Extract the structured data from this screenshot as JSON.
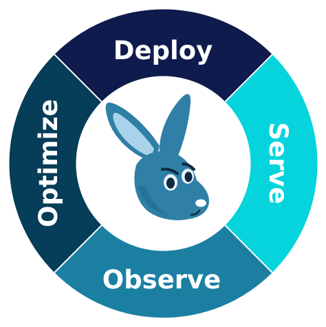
{
  "segments": [
    {
      "id": "top",
      "label": "Deploy",
      "color": "#0f1b4c"
    },
    {
      "id": "right",
      "label": "Serve",
      "color": "#05d4dc"
    },
    {
      "id": "bottom",
      "label": "Observe",
      "color": "#1b7fa2"
    },
    {
      "id": "left",
      "label": "Optimize",
      "color": "#063d58"
    }
  ],
  "mascot": {
    "icon": "kangaroo-head-icon",
    "body_color": "#2f7fa6",
    "ear_inner_color": "#a9d3ea",
    "eye_color": "#0e2a3e"
  },
  "colors": {
    "center_bg": "#ffffff",
    "divider": "#ffffff"
  }
}
